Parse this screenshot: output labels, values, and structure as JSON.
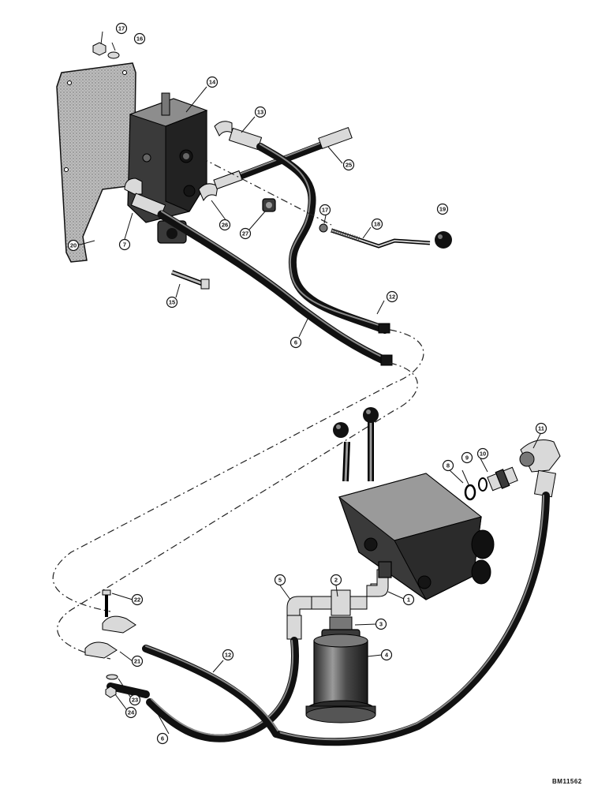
{
  "diagram": {
    "ref_code": "BM11562",
    "parts": [
      {
        "id": "p1",
        "label": "1"
      },
      {
        "id": "p2",
        "label": "2"
      },
      {
        "id": "p3",
        "label": "3"
      },
      {
        "id": "p4",
        "label": "4"
      },
      {
        "id": "p5",
        "label": "5"
      },
      {
        "id": "p6a",
        "label": "6"
      },
      {
        "id": "p6b",
        "label": "6"
      },
      {
        "id": "p7",
        "label": "7"
      },
      {
        "id": "p8",
        "label": "8"
      },
      {
        "id": "p9",
        "label": "9"
      },
      {
        "id": "p10",
        "label": "10"
      },
      {
        "id": "p11",
        "label": "11"
      },
      {
        "id": "p12a",
        "label": "12"
      },
      {
        "id": "p12b",
        "label": "12"
      },
      {
        "id": "p13",
        "label": "13"
      },
      {
        "id": "p14",
        "label": "14"
      },
      {
        "id": "p15",
        "label": "15"
      },
      {
        "id": "p16",
        "label": "16"
      },
      {
        "id": "p17a",
        "label": "17"
      },
      {
        "id": "p17b",
        "label": "17"
      },
      {
        "id": "p18",
        "label": "18"
      },
      {
        "id": "p19",
        "label": "19"
      },
      {
        "id": "p20",
        "label": "20"
      },
      {
        "id": "p21",
        "label": "21"
      },
      {
        "id": "p22",
        "label": "22"
      },
      {
        "id": "p23",
        "label": "23"
      },
      {
        "id": "p24",
        "label": "24"
      },
      {
        "id": "p25",
        "label": "25"
      },
      {
        "id": "p26",
        "label": "26"
      },
      {
        "id": "p27",
        "label": "27"
      }
    ]
  }
}
